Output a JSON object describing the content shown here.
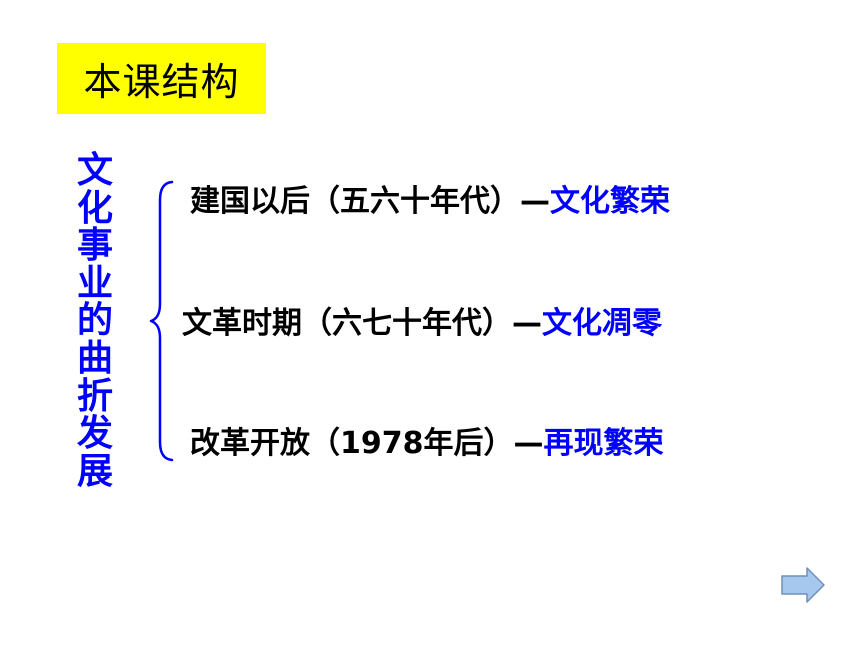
{
  "title": "本课结构",
  "vertical_title_chars": [
    "文",
    "化",
    "事",
    "业",
    "的",
    "曲",
    "折",
    "发",
    "展"
  ],
  "rows": [
    {
      "left": "建国以后（五六十年代）—",
      "right": "文化繁荣"
    },
    {
      "left": "文革时期（六七十年代）—",
      "right": "文化凋零"
    },
    {
      "left": "改革开放（1978年后）—",
      "right": "再现繁荣"
    }
  ],
  "colors": {
    "title_bg": "#ffff00",
    "accent": "#0000ff",
    "text": "#000000",
    "arrow_fill": "#a7c8ee",
    "arrow_stroke": "#6f8fb8"
  },
  "icons": {
    "brace": "left-curly-brace",
    "next": "right-arrow-icon"
  }
}
